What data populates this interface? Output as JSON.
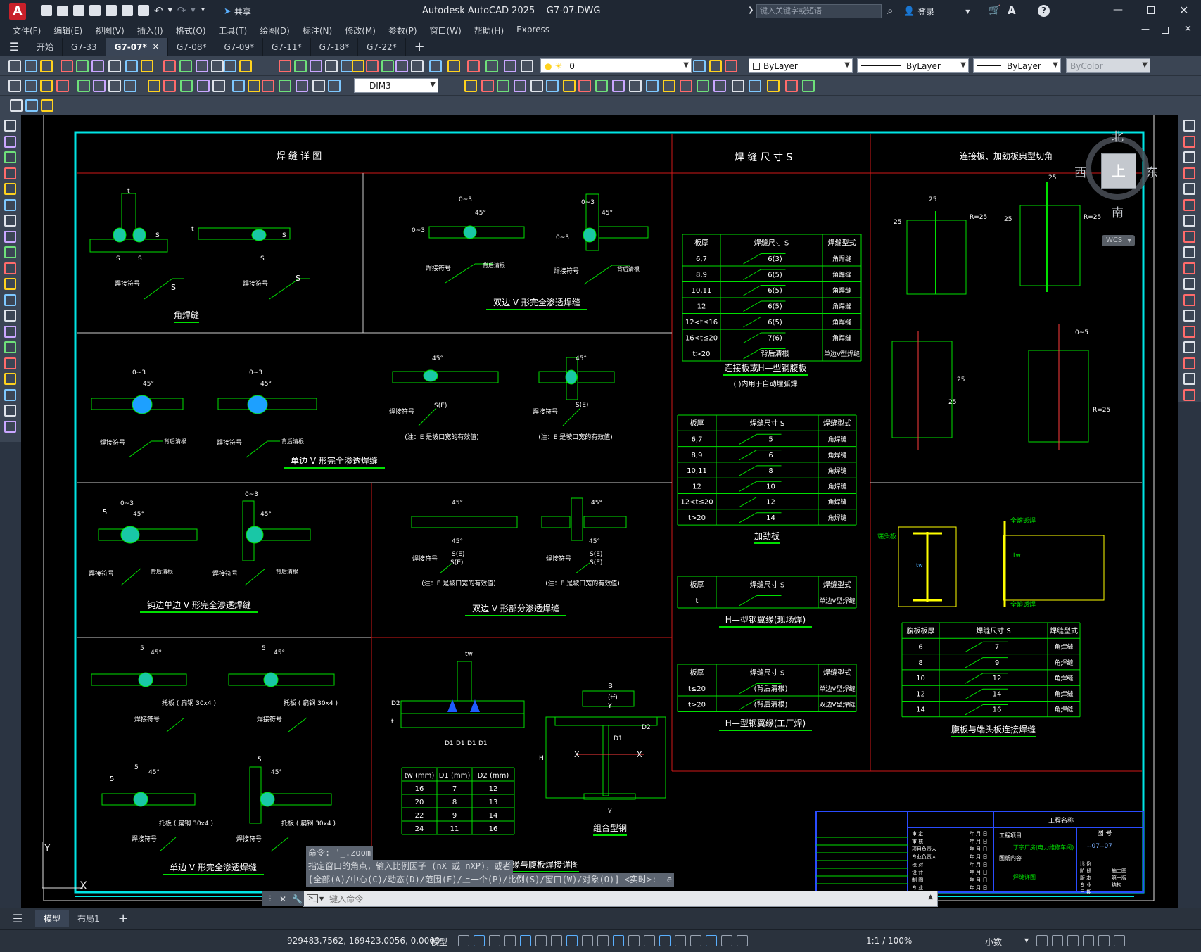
{
  "app": {
    "title": "Autodesk AutoCAD 2025",
    "file": "G7-07.DWG",
    "logo_letter": "A",
    "share_label": "共享",
    "search_placeholder": "键入关键字或短语",
    "login_label": "登录"
  },
  "menu": [
    "文件(F)",
    "编辑(E)",
    "视图(V)",
    "插入(I)",
    "格式(O)",
    "工具(T)",
    "绘图(D)",
    "标注(N)",
    "修改(M)",
    "参数(P)",
    "窗口(W)",
    "帮助(H)",
    "Express"
  ],
  "doc_tabs": [
    {
      "label": "开始",
      "active": false
    },
    {
      "label": "G7-33",
      "active": false
    },
    {
      "label": "G7-07*",
      "active": true
    },
    {
      "label": "G7-08*",
      "active": false
    },
    {
      "label": "G7-09*",
      "active": false
    },
    {
      "label": "G7-11*",
      "active": false
    },
    {
      "label": "G7-18*",
      "active": false
    },
    {
      "label": "G7-22*",
      "active": false
    }
  ],
  "toolbar": {
    "layer_value": "0",
    "color_value": "ByLayer",
    "linetype_value": "ByLayer",
    "lineweight_value": "ByLayer",
    "plotstyle_value": "ByColor",
    "dimstyle_value": "DIM3"
  },
  "viewcube": {
    "north": "北",
    "south": "南",
    "east": "东",
    "west": "西",
    "top": "上",
    "wcs": "WCS"
  },
  "drawing": {
    "colors": {
      "frame": "#00e5e5",
      "grid": "#d01818",
      "line": "#00e000",
      "text": "#ffffff",
      "yellow": "#ffff00",
      "blue": "#1e5cff",
      "magenta": "#ff33ff"
    },
    "section_titles": {
      "weld_detail": "焊 缝 详 图",
      "weld_size": "焊 缝 尺 寸 S",
      "conn_plate": "连接板、加劲板典型切角"
    },
    "captions": {
      "fillet": "角焊缝",
      "double_v_full": "双边 V 形完全渗透焊缝",
      "single_v_full": "单边 V 形完全渗透焊缝",
      "blunt_single_v": "钝边单边 V 形完全渗透焊缝",
      "double_v_partial": "双边 V 形部分渗透焊缝",
      "single_v_full_2": "单边 V 形完全渗透焊缝",
      "flange_web_weld": "钢翼缘与腹板焊接详图",
      "built_up": "组合型钢",
      "t1_caption": "连接板或H—型钢腹板",
      "t1_note": "( )内用于自动埋弧焊",
      "t2_caption": "加劲板",
      "t3_caption": "H—型钢翼缘(现场焊)",
      "t4_caption": "H—型钢翼缘(工厂焊)",
      "t5_caption": "腹板与端头板连接焊缝"
    },
    "weld_symbol": "焊接符号",
    "back_gouge": "背后清根",
    "note_E": "(注：E 是坡口宽的有效值)",
    "backing_bar": "托板 ( 扁钢 30x4 )",
    "dims": {
      "a": "0~3",
      "ang": "45°",
      "s": "S",
      "t": "t",
      "five": "5",
      "se": "S(E)",
      "r25": "R=25",
      "n25": "25",
      "n05": "0~5"
    },
    "table1": {
      "headers": [
        "板厚",
        "焊缝尺寸 S",
        "焊缝型式"
      ],
      "rows": [
        [
          "6,7",
          "6(3)",
          "角焊缝"
        ],
        [
          "8,9",
          "6(5)",
          "角焊缝"
        ],
        [
          "10,11",
          "6(5)",
          "角焊缝"
        ],
        [
          "12",
          "6(5)",
          "角焊缝"
        ],
        [
          "12<t≤16",
          "6(5)",
          "角焊缝"
        ],
        [
          "16<t≤20",
          "7(6)",
          "角焊缝"
        ],
        [
          "t>20",
          "背后清根",
          "单边V型焊缝"
        ]
      ]
    },
    "table2": {
      "headers": [
        "板厚",
        "焊缝尺寸 S",
        "焊缝型式"
      ],
      "rows": [
        [
          "6,7",
          "5",
          "角焊缝"
        ],
        [
          "8,9",
          "6",
          "角焊缝"
        ],
        [
          "10,11",
          "8",
          "角焊缝"
        ],
        [
          "12",
          "10",
          "角焊缝"
        ],
        [
          "12<t≤20",
          "12",
          "角焊缝"
        ],
        [
          "t>20",
          "14",
          "角焊缝"
        ]
      ]
    },
    "table3": {
      "headers": [
        "板厚",
        "焊缝尺寸 S",
        "焊缝型式"
      ],
      "rows": [
        [
          "t",
          "",
          "单边V型焊缝"
        ]
      ]
    },
    "table4": {
      "headers": [
        "板厚",
        "焊缝尺寸 S",
        "焊缝型式"
      ],
      "rows": [
        [
          "t≤20",
          "(背后清根)",
          "单边V型焊缝"
        ],
        [
          "t>20",
          "(背后清根)",
          "双边V型焊缝"
        ]
      ]
    },
    "table5": {
      "headers": [
        "腹板板厚",
        "焊缝尺寸 S",
        "焊缝型式"
      ],
      "rows": [
        [
          "6",
          "7",
          "角焊缝"
        ],
        [
          "8",
          "9",
          "角焊缝"
        ],
        [
          "10",
          "12",
          "角焊缝"
        ],
        [
          "12",
          "14",
          "角焊缝"
        ],
        [
          "14",
          "16",
          "角焊缝"
        ]
      ]
    },
    "dim_table": {
      "headers": [
        "tw (mm)",
        "D1 (mm)",
        "D2 (mm)"
      ],
      "rows": [
        [
          "16",
          "7",
          "12"
        ],
        [
          "20",
          "8",
          "13"
        ],
        [
          "22",
          "9",
          "14"
        ],
        [
          "24",
          "11",
          "16"
        ]
      ]
    },
    "builtup_labels": {
      "B": "B",
      "tf": "(tf)",
      "Y": "Y",
      "X": "X",
      "D1": "D1",
      "D2": "D2",
      "H": "H",
      "tw": "tw"
    },
    "flange_labels": {
      "D1": "D1",
      "D2": "D2",
      "t": "t",
      "tw": "tw"
    },
    "panel_labels": {
      "end_plate": "端头板",
      "stiff1": "全熔透焊",
      "stiff2": "全熔透焊",
      "tw": "tw"
    },
    "title_block": {
      "project_name_label": "工程名称",
      "project_label": "工程项目",
      "project_value": "丁字厂房(电力维修车间)",
      "drawing_content_label": "图纸内容",
      "drawing_content_value": "焊缝详图",
      "drawing_no_label": "图  号",
      "drawing_no": "--07--07",
      "left_rows": [
        "审  定",
        "审  核",
        "项目负责人",
        "专业负责人",
        "校  对",
        "设  计",
        "制  图",
        "专  业"
      ],
      "right_rows": [
        "比  例",
        "阶  段",
        "版  本",
        "专  业",
        "日  期"
      ],
      "right_values": [
        "",
        "施工图",
        "第一版",
        "结构",
        ""
      ],
      "date_col": "年 月 日"
    },
    "ucs": {
      "y": "Y",
      "x": "X"
    }
  },
  "command": {
    "history": [
      "命令: '_.zoom",
      "指定窗口的角点，输入比例因子 (nX 或 nXP)，或者",
      "[全部(A)/中心(C)/动态(D)/范围(E)/上一个(P)/比例(S)/窗口(W)/对象(O)] <实时>: _e"
    ],
    "placeholder": "键入命令"
  },
  "layout_tabs": [
    {
      "label": "模型",
      "active": true
    },
    {
      "label": "布局1",
      "active": false
    }
  ],
  "status": {
    "coords": "929483.7562, 169423.0056, 0.0000",
    "model": "模型",
    "scale": "1:1 / 100%",
    "units": "小数"
  }
}
